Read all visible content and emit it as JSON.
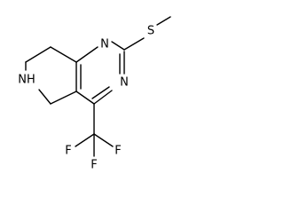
{
  "molecule": {
    "atoms": {
      "N1": "N",
      "N3": "N",
      "S": "S",
      "NH": "NH",
      "F1": "F",
      "F2": "F",
      "F3": "F"
    },
    "colors": {
      "bond": "#000000",
      "label": "#000000",
      "background": "#ffffff"
    }
  }
}
